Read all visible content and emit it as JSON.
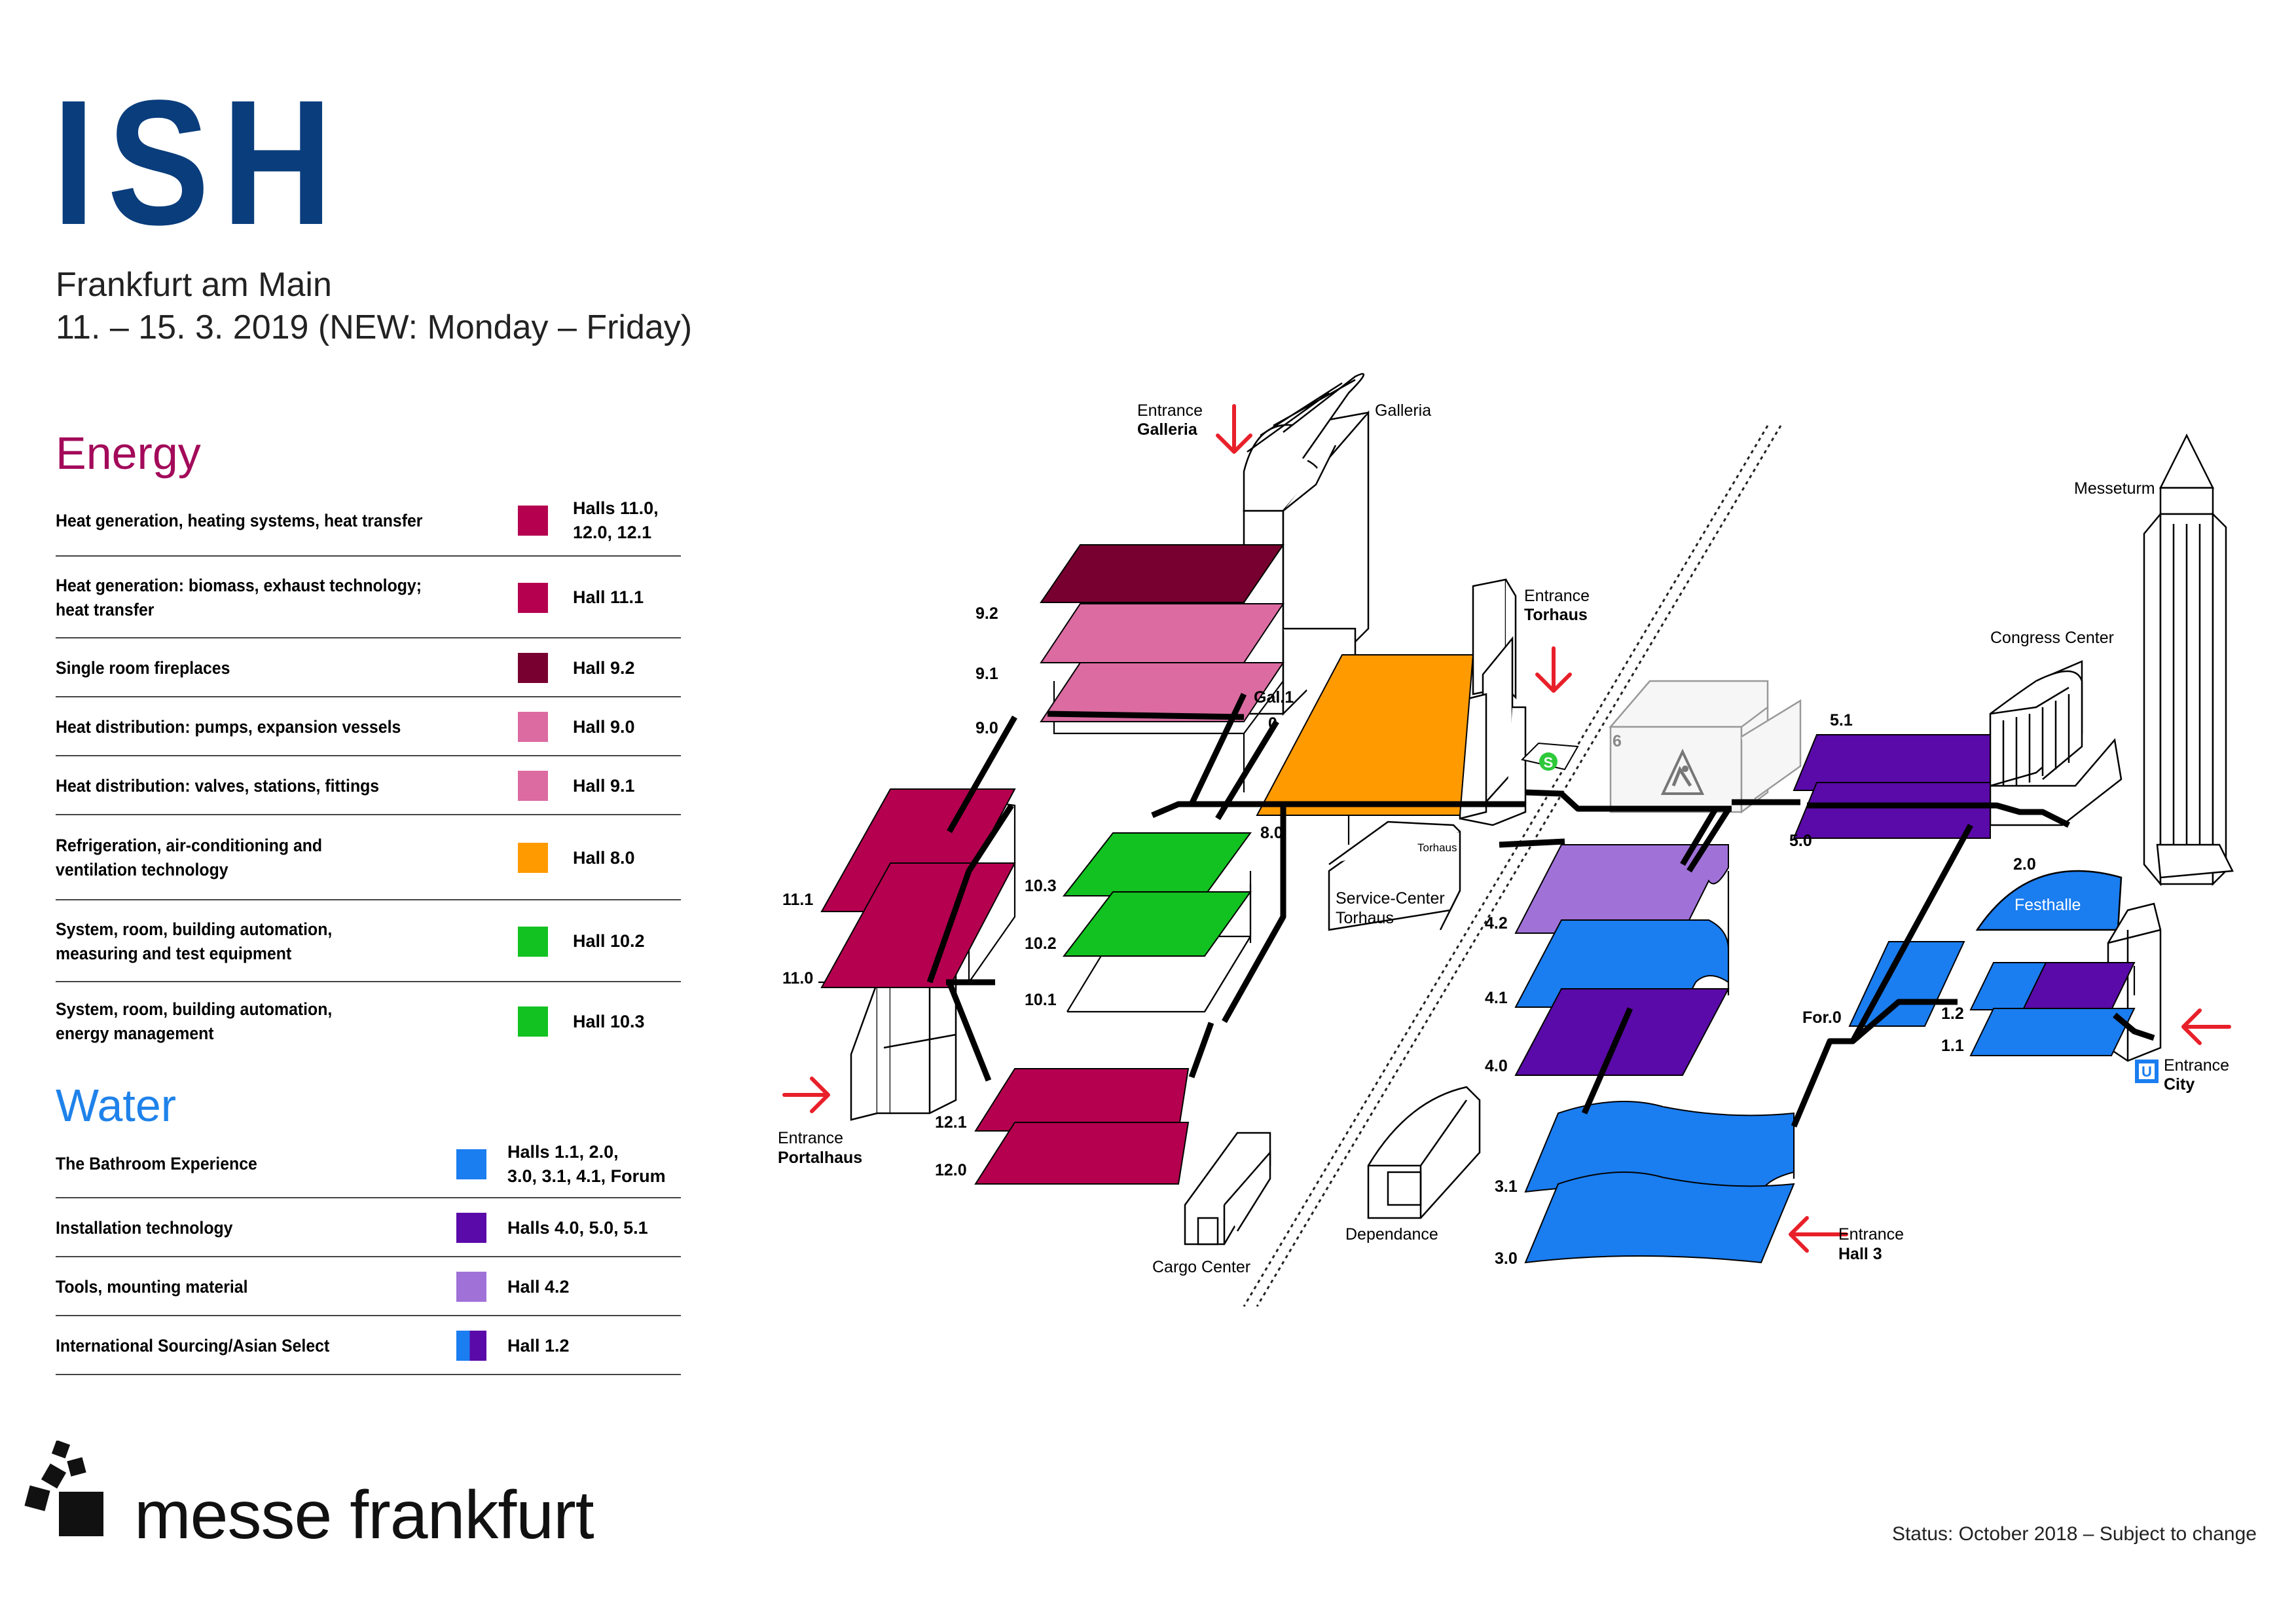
{
  "header": {
    "logo_text": "ISH",
    "location": "Frankfurt am Main",
    "dates": "11. – 15. 3. 2019 (NEW: Monday – Friday)"
  },
  "colors": {
    "brand_blue": "#0a3d7c",
    "energy_title": "#a30a5a",
    "water_title": "#1f82ea",
    "hall_magenta": "#b5004f",
    "hall_dark_wine": "#780030",
    "hall_pink": "#db6ba1",
    "hall_orange": "#ff9a00",
    "hall_green": "#12c221",
    "hall_blue": "#1a7df0",
    "hall_violet": "#5a0aa8",
    "hall_lavender": "#a072d8",
    "arrow_red": "#e8202a",
    "subway_blue": "#1a7df0",
    "sbahn_green": "#2ec93a"
  },
  "legend": {
    "energy": {
      "title": "Energy",
      "items": [
        {
          "text": "Heat generation, heating systems, heat transfer",
          "halls": "Halls 11.0,\n12.0, 12.1",
          "color": "#b5004f"
        },
        {
          "text": "Heat generation: biomass, exhaust technology;\nheat transfer",
          "halls": "Hall 11.1",
          "color": "#b5004f"
        },
        {
          "text": "Single room fireplaces",
          "halls": "Hall 9.2",
          "color": "#780030"
        },
        {
          "text": "Heat distribution: pumps, expansion vessels",
          "halls": "Hall 9.0",
          "color": "#db6ba1"
        },
        {
          "text": "Heat distribution: valves, stations, fittings",
          "halls": "Hall 9.1",
          "color": "#db6ba1"
        },
        {
          "text": "Refrigeration, air-conditioning and\nventilation technology",
          "halls": "Hall 8.0",
          "color": "#ff9a00"
        },
        {
          "text": "System, room, building automation,\nmeasuring and test equipment",
          "halls": "Hall 10.2",
          "color": "#12c221"
        },
        {
          "text": "System, room, building automation,\nenergy management",
          "halls": "Hall 10.3",
          "color": "#12c221"
        }
      ]
    },
    "water": {
      "title": "Water",
      "items": [
        {
          "text": "The Bathroom Experience",
          "halls": "Halls 1.1, 2.0,\n3.0, 3.1, 4.1, Forum",
          "color": "#1a7df0"
        },
        {
          "text": "Installation technology",
          "halls": "Halls 4.0, 5.0, 5.1",
          "color": "#5a0aa8"
        },
        {
          "text": "Tools, mounting material",
          "halls": "Hall 4.2",
          "color": "#a072d8"
        },
        {
          "text": "International Sourcing/Asian Select",
          "halls": "Hall 1.2",
          "color": "#1a7df0",
          "color2": "#5a0aa8"
        }
      ]
    }
  },
  "map": {
    "hall_labels": [
      "9.2",
      "9.1",
      "9.0",
      "Gal.1",
      "0",
      "8.0",
      "10.3",
      "10.2",
      "10.1",
      "11.1",
      "11.0",
      "12.1",
      "12.0",
      "6",
      "5.1",
      "5.0",
      "4.2",
      "4.1",
      "4.0",
      "3.1",
      "3.0",
      "2.0",
      "For.0",
      "1.2",
      "1.1"
    ],
    "building_labels": {
      "galleria": "Galleria",
      "messeturm": "Messeturm",
      "congress_center": "Congress Center",
      "service_center": "Service-Center\nTorhaus",
      "torhaus_small": "Torhaus",
      "festhalle": "Festhalle",
      "dependance": "Dependance",
      "cargo_center": "Cargo Center"
    },
    "entrances": [
      {
        "line1": "Entrance",
        "line2": "Galleria"
      },
      {
        "line1": "Entrance",
        "line2": "Torhaus"
      },
      {
        "line1": "Entrance",
        "line2": "Portalhaus"
      },
      {
        "line1": "Entrance",
        "line2": "Hall 3"
      },
      {
        "line1": "Entrance",
        "line2": "City"
      }
    ],
    "icons": [
      "s-bahn-icon",
      "u-bahn-icon",
      "construction-icon",
      "entrance-arrow-icon"
    ],
    "subway_letters": {
      "s": "S",
      "u": "U"
    }
  },
  "footer": {
    "brand": "messe frankfurt",
    "status": "Status: October 2018 – Subject to change"
  }
}
